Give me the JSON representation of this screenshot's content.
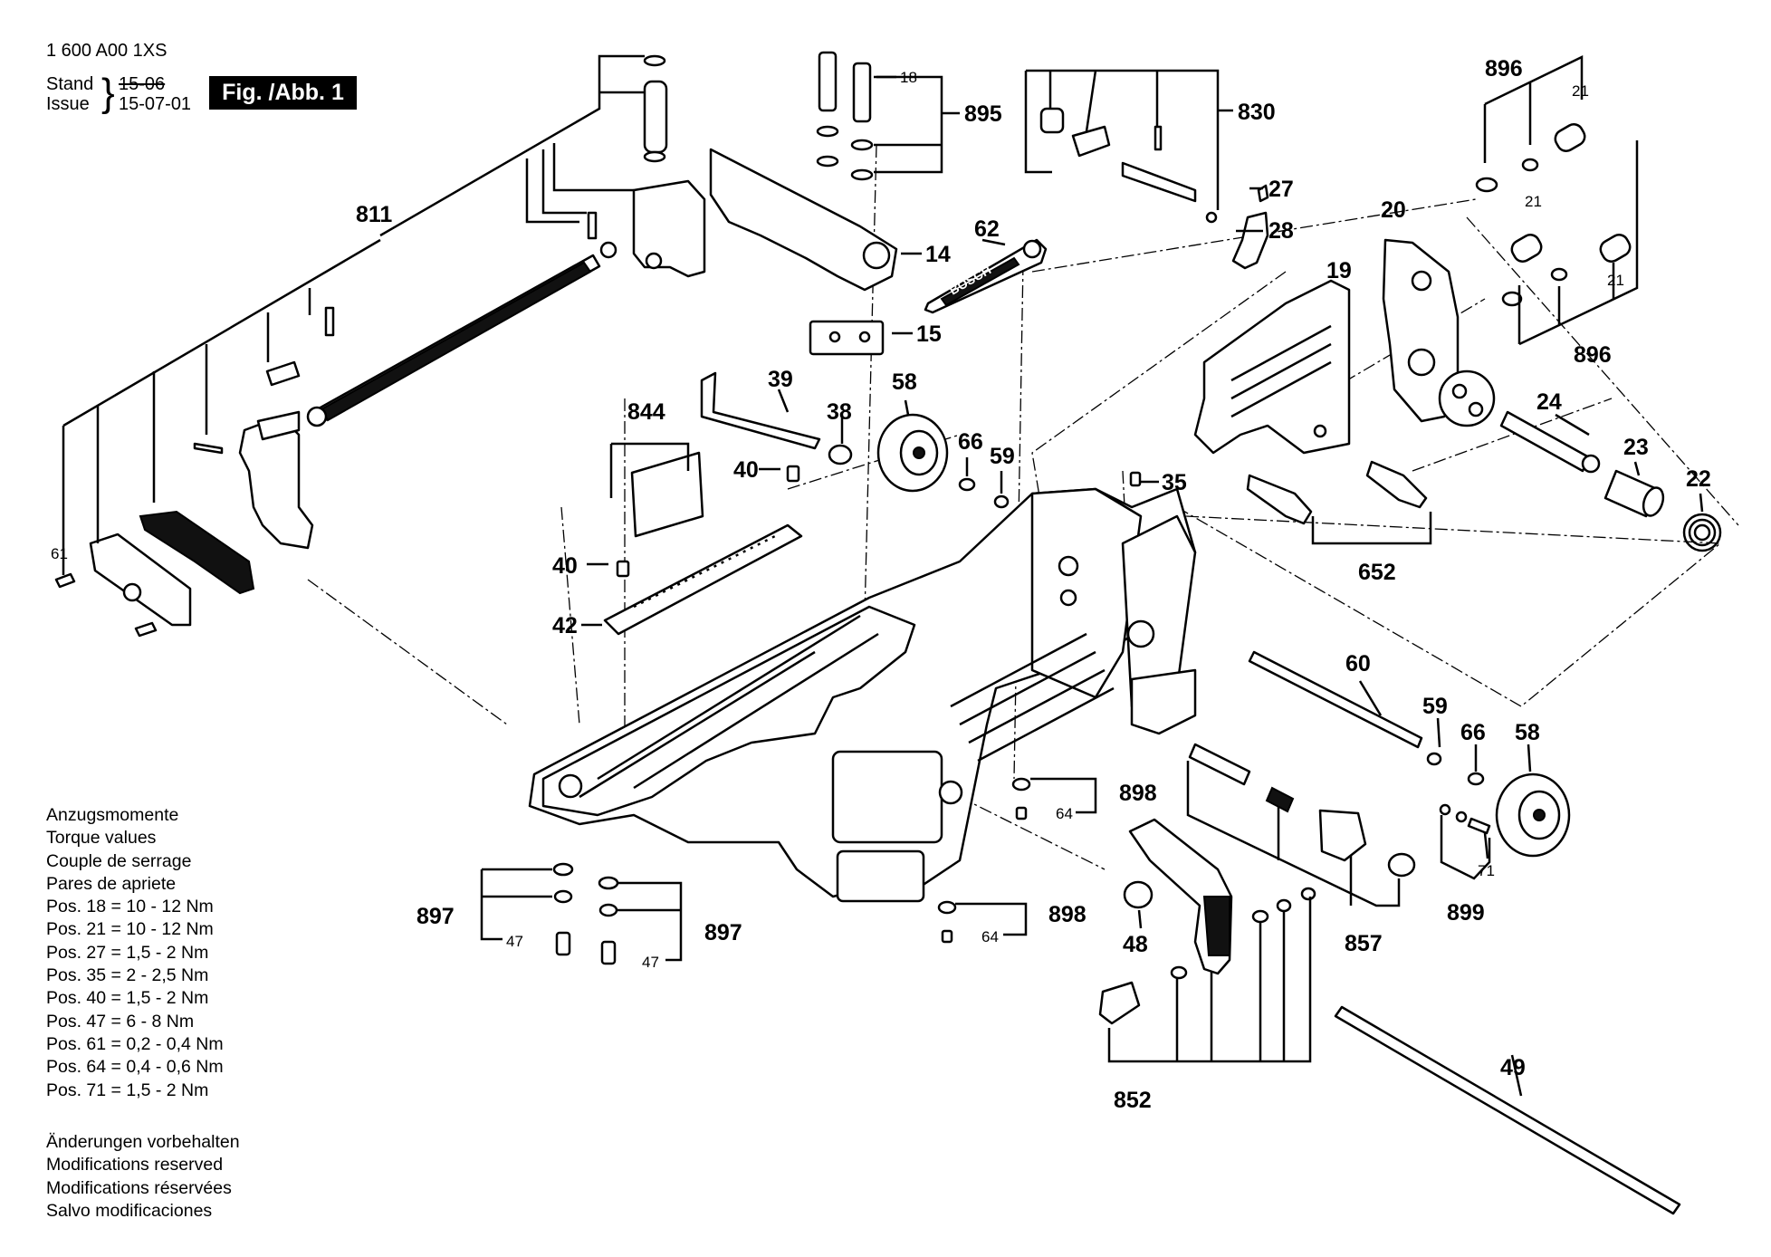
{
  "header": {
    "doc_number": "1 600 A00 1XS",
    "stand_label": "Stand",
    "issue_label": "Issue",
    "stand_date_struck": "15-06",
    "issue_date": "15-07-01",
    "figure_label": "Fig. /Abb. 1"
  },
  "torque": {
    "headings": [
      "Anzugsmomente",
      "Torque values",
      "Couple de serrage",
      "Pares de apriete"
    ],
    "rows": [
      "Pos. 18 = 10 - 12 Nm",
      "Pos. 21 = 10 - 12 Nm",
      "Pos. 27 = 1,5 - 2 Nm",
      "Pos. 35 = 2 - 2,5 Nm",
      "Pos. 40 = 1,5 - 2 Nm",
      "Pos. 47 = 6 - 8 Nm",
      "Pos. 61 = 0,2 - 0,4 Nm",
      "Pos. 64 = 0,4 - 0,6 Nm",
      "Pos. 71 = 1,5 - 2 Nm"
    ]
  },
  "modifications": [
    "Änderungen vorbehalten",
    "Modifications reserved",
    "Modifications réservées",
    "Salvo modificaciones"
  ],
  "callouts": {
    "c811": "811",
    "c895": "895",
    "c830": "830",
    "c896a": "896",
    "c896b": "896",
    "c18": "18",
    "c14": "14",
    "c15": "15",
    "c62": "62",
    "c27": "27",
    "c28": "28",
    "c20": "20",
    "c19": "19",
    "c21a": "21",
    "c21b": "21",
    "c21c": "21",
    "c39": "39",
    "c844": "844",
    "c38": "38",
    "c58a": "58",
    "c66a": "66",
    "c59a": "59",
    "c40a": "40",
    "c40b": "40",
    "c42": "42",
    "c35": "35",
    "c24": "24",
    "c23": "23",
    "c22": "22",
    "c652": "652",
    "c61": "61",
    "c60": "60",
    "c59b": "59",
    "c66b": "66",
    "c58b": "58",
    "c898a": "898",
    "c64a": "64",
    "c898b": "898",
    "c64b": "64",
    "c897a": "897",
    "c897b": "897",
    "c47a": "47",
    "c47b": "47",
    "c48": "48",
    "c857": "857",
    "c899": "899",
    "c71": "71",
    "c852": "852",
    "c49": "49"
  },
  "logo_text": "BOSCH"
}
